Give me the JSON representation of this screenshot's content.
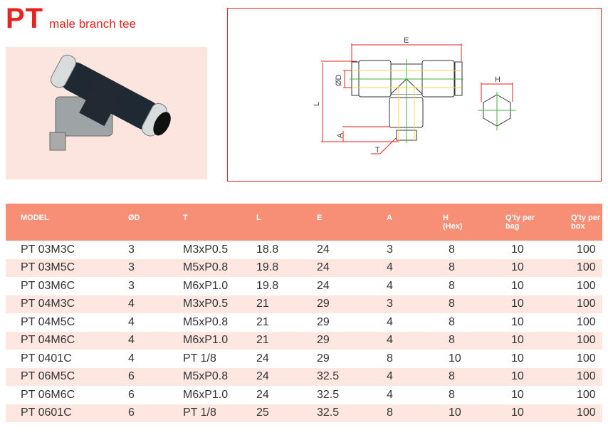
{
  "header": {
    "code": "PT",
    "subtitle": "male branch tee"
  },
  "drawing": {
    "labels": {
      "E": "E",
      "D": "ØD",
      "L": "L",
      "A": "A",
      "T": "T",
      "H": "H"
    }
  },
  "table": {
    "headers": [
      "MODEL",
      "ØD",
      "T",
      "L",
      "E",
      "A",
      "H\n(Hex)",
      "Q'ty per\nbag",
      "Q'ty per\nbox"
    ],
    "rows": [
      [
        "PT 03M3C",
        "3",
        "M3xP0.5",
        "18.8",
        "24",
        "3",
        "8",
        "10",
        "100"
      ],
      [
        "PT 03M5C",
        "3",
        "M5xP0.8",
        "19.8",
        "24",
        "4",
        "8",
        "10",
        "100"
      ],
      [
        "PT 03M6C",
        "3",
        "M6xP1.0",
        "19.8",
        "24",
        "4",
        "8",
        "10",
        "100"
      ],
      [
        "PT 04M3C",
        "4",
        "M3xP0.5",
        "21",
        "29",
        "3",
        "8",
        "10",
        "100"
      ],
      [
        "PT 04M5C",
        "4",
        "M5xP0.8",
        "21",
        "29",
        "4",
        "8",
        "10",
        "100"
      ],
      [
        "PT 04M6C",
        "4",
        "M6xP1.0",
        "21",
        "29",
        "4",
        "8",
        "10",
        "100"
      ],
      [
        "PT 0401C",
        "4",
        "PT 1/8",
        "24",
        "29",
        "8",
        "10",
        "10",
        "100"
      ],
      [
        "PT 06M5C",
        "6",
        "M5xP0.8",
        "24",
        "32.5",
        "4",
        "8",
        "10",
        "100"
      ],
      [
        "PT 06M6C",
        "6",
        "M6xP1.0",
        "24",
        "32.5",
        "4",
        "8",
        "10",
        "100"
      ],
      [
        "PT 0601C",
        "6",
        "PT 1/8",
        "25",
        "32.5",
        "8",
        "10",
        "10",
        "100"
      ]
    ]
  },
  "colors": {
    "accent": "#e8231f",
    "header_bg": "#f78f76",
    "alt_row": "#fde7e0"
  }
}
